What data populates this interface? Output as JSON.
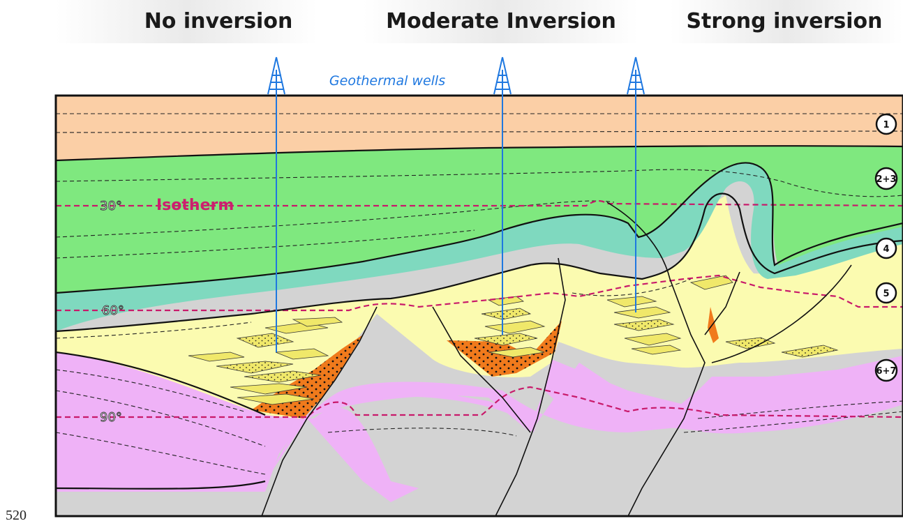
{
  "headers": {
    "left": "No inversion",
    "middle": "Moderate Inversion",
    "right": "Strong inversion"
  },
  "wells_label": "Geothermal wells",
  "isotherm": {
    "label": "Isotherm",
    "temps": [
      "30°",
      "60°",
      "90°"
    ]
  },
  "units": [
    "1",
    "2+3",
    "4",
    "5",
    "6+7"
  ],
  "side_number": "520",
  "colors": {
    "unit1": "#fbcfa6",
    "unit23": "#7fe87f",
    "unit4": "#7fd9bf",
    "unit5": "#fbfbb0",
    "unit67": "#efb2f7",
    "basement": "#d3d3d3",
    "sand": "#f0e86a",
    "orange": "#f07a1c",
    "isotherm": "#c8196a",
    "wells": "#1f78e0"
  }
}
